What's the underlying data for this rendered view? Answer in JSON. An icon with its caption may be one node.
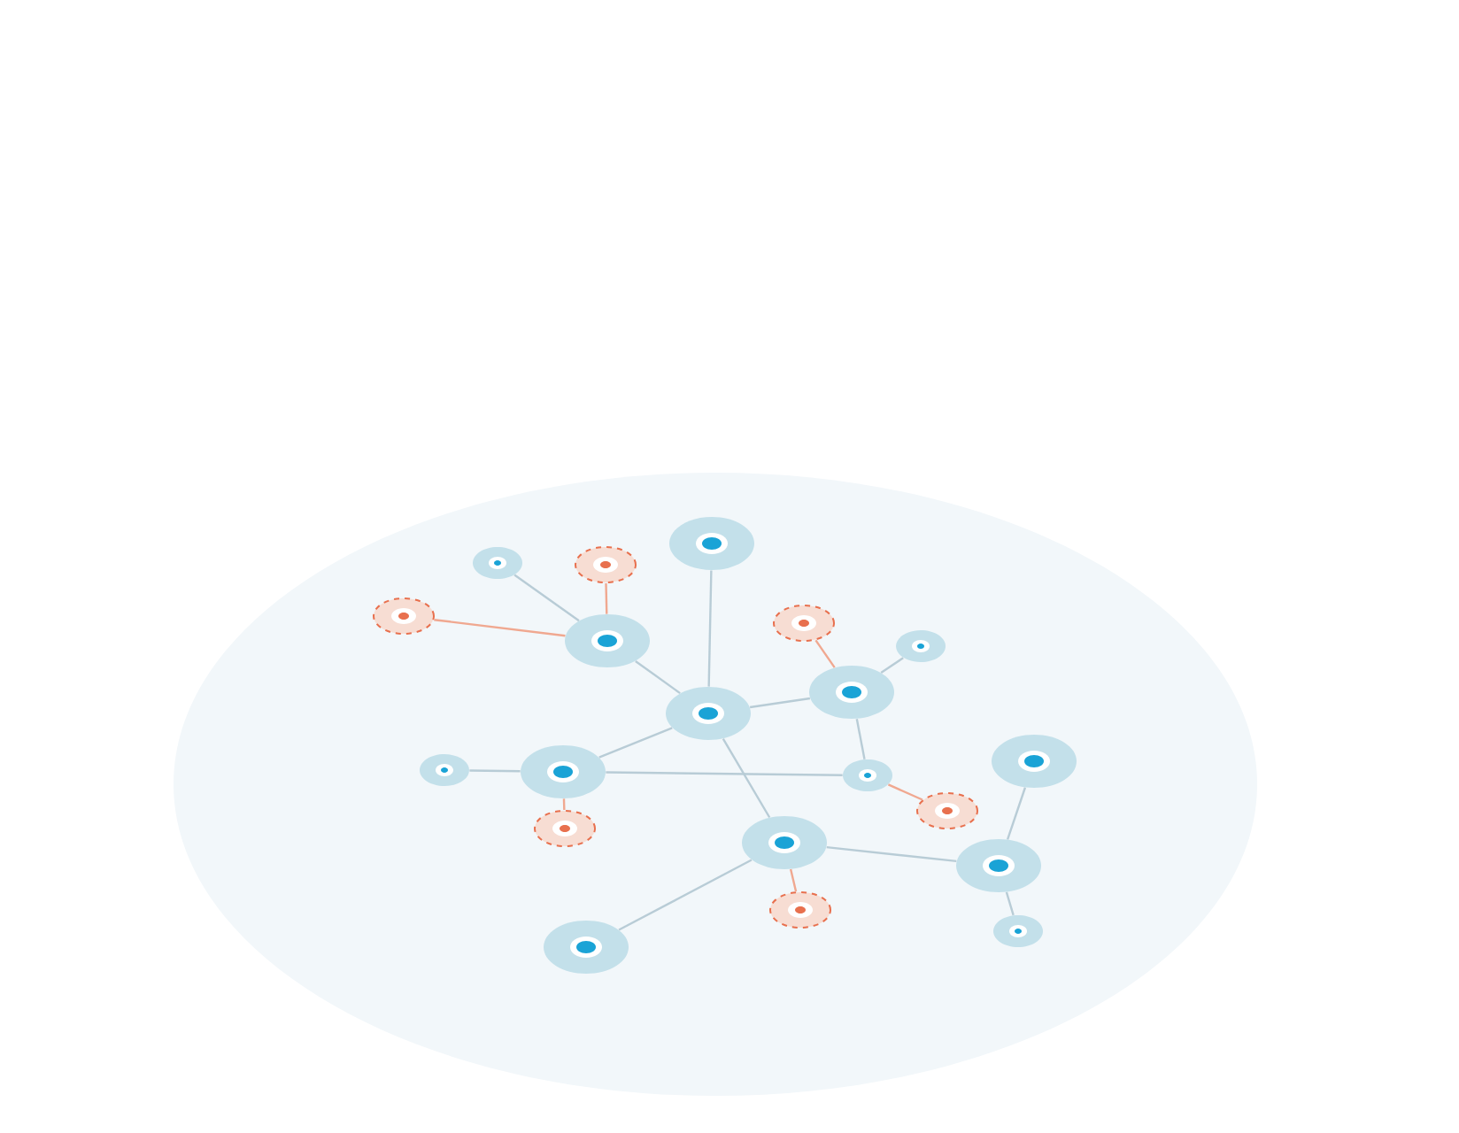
{
  "diagram": {
    "nodes": [
      {
        "text": [],
        "shape": "circle"
      },
      {
        "text": [],
        "shape": "circle"
      },
      {
        "text": [],
        "shape": "circle"
      },
      {
        "text": [],
        "shape": "circle"
      },
      {
        "text": [],
        "shape": "circle"
      },
      {
        "text": [],
        "shape": "circle"
      },
      {
        "text": [],
        "shape": "circle"
      },
      {
        "text": [],
        "shape": "circle"
      },
      {
        "text": [],
        "shape": "circle"
      },
      {
        "text": [],
        "shape": "circle"
      },
      {
        "text": [],
        "shape": "circle"
      },
      {
        "text": [],
        "shape": "circle"
      },
      {
        "text": [],
        "shape": "circle"
      },
      {
        "text": [],
        "shape": "circle"
      },
      {
        "text": [],
        "shape": "circle"
      },
      {
        "text": [],
        "shape": "circle"
      },
      {
        "text": [],
        "shape": "circle"
      },
      {
        "text": [],
        "shape": "circle"
      },
      {
        "text": [],
        "shape": "circle"
      },
      {
        "text": [],
        "shape": "circle"
      }
    ],
    "edges": [
      {
        "from": 8,
        "to": 0,
        "arrow": "none"
      },
      {
        "from": 5,
        "to": 1,
        "arrow": "none"
      },
      {
        "from": 5,
        "to": 2,
        "arrow": "none",
        "color": "#f0a890"
      },
      {
        "from": 5,
        "to": 3,
        "arrow": "none",
        "color": "#f0a890"
      },
      {
        "from": 8,
        "to": 5,
        "arrow": "none"
      },
      {
        "from": 7,
        "to": 4,
        "arrow": "none",
        "color": "#f0a890"
      },
      {
        "from": 7,
        "to": 6,
        "arrow": "none"
      },
      {
        "from": 8,
        "to": 7,
        "arrow": "none"
      },
      {
        "from": 7,
        "to": 12,
        "arrow": "none"
      },
      {
        "from": 8,
        "to": 11,
        "arrow": "none"
      },
      {
        "from": 11,
        "to": 10,
        "arrow": "none"
      },
      {
        "from": 11,
        "to": 12,
        "arrow": "none"
      },
      {
        "from": 11,
        "to": 14,
        "arrow": "none",
        "color": "#f0a890"
      },
      {
        "from": 12,
        "to": 13,
        "arrow": "none",
        "color": "#f0a890"
      },
      {
        "from": 8,
        "to": 15,
        "arrow": "none"
      },
      {
        "from": 15,
        "to": 17,
        "arrow": "none",
        "color": "#f0a890"
      },
      {
        "from": 15,
        "to": 18,
        "arrow": "none"
      },
      {
        "from": 15,
        "to": 16,
        "arrow": "none"
      },
      {
        "from": 16,
        "to": 9,
        "arrow": "none"
      },
      {
        "from": 16,
        "to": 19,
        "arrow": "none"
      }
    ]
  }
}
